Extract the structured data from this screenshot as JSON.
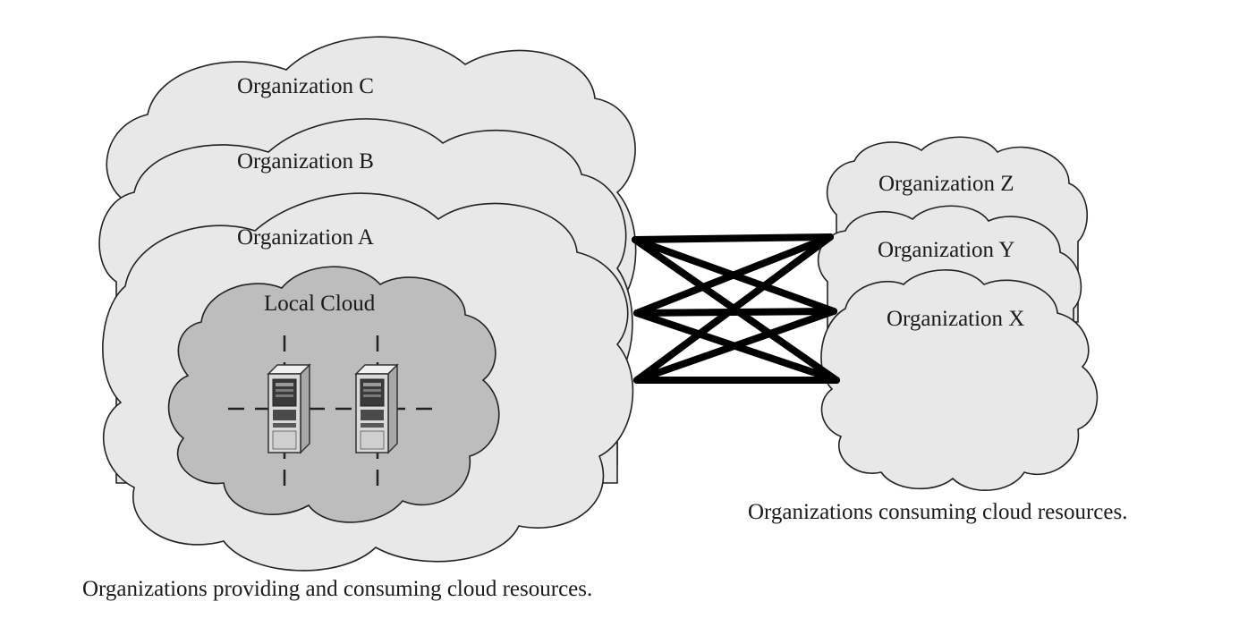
{
  "labels": {
    "org_c": "Organization C",
    "org_b": "Organization B",
    "org_a": "Organization A",
    "local_cloud": "Local Cloud",
    "org_z": "Organization Z",
    "org_y": "Organization Y",
    "org_x": "Organization X"
  },
  "captions": {
    "providers": "Organizations providing and consuming cloud resources.",
    "consumers": "Organizations consuming cloud resources."
  },
  "colors": {
    "cloud_fill": "#e8e8e8",
    "local_cloud_fill": "#bdbdbd",
    "outline": "#222222",
    "links": "#000000"
  }
}
